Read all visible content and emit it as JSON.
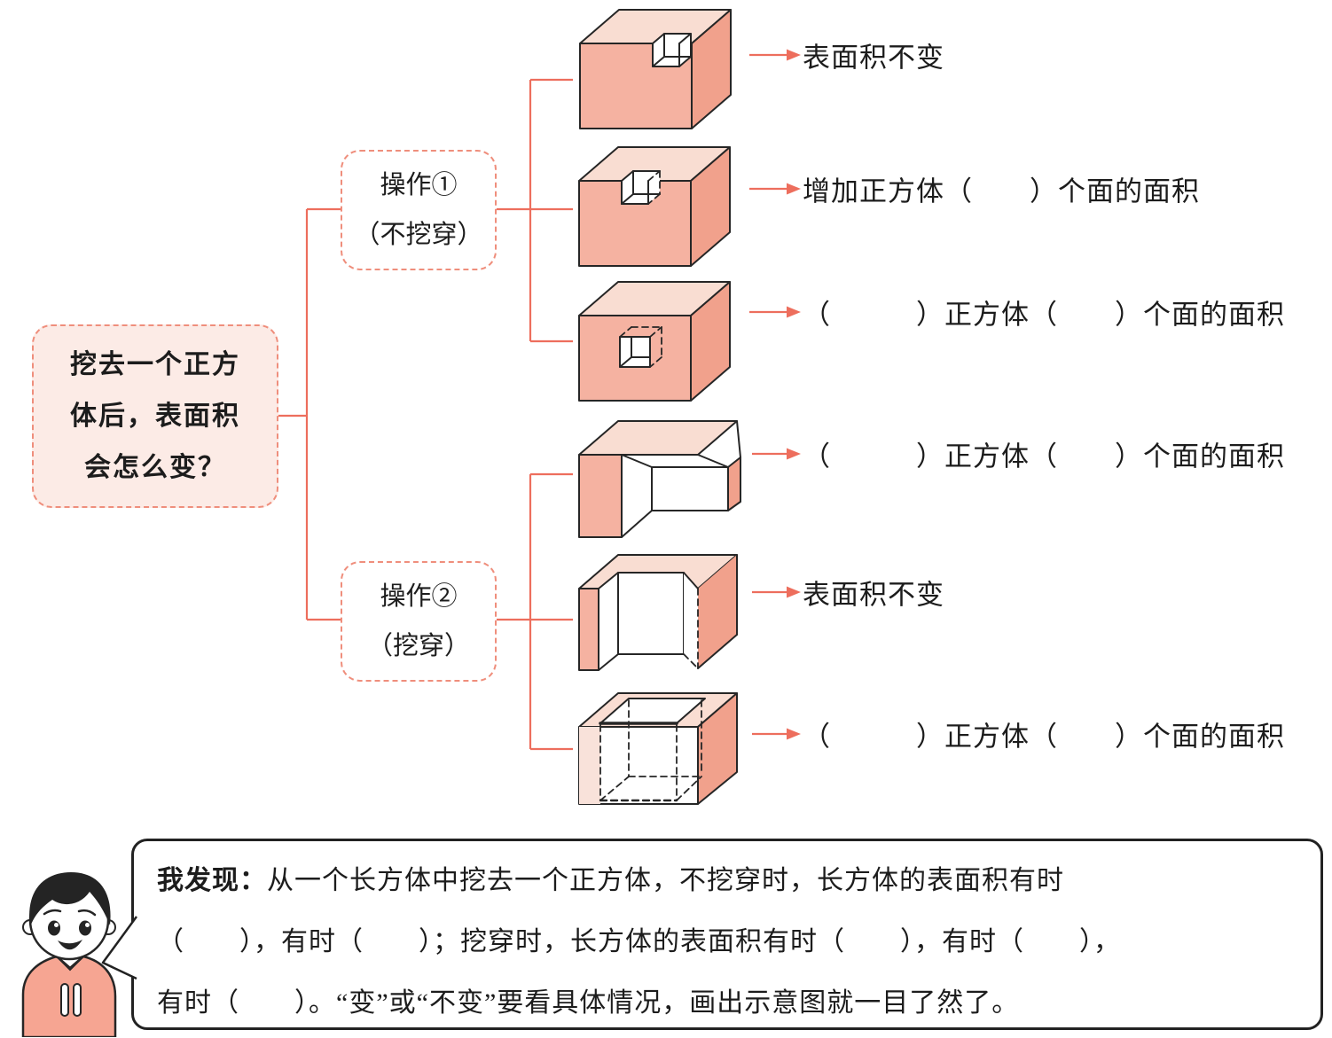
{
  "accent_color": "#ed6e5d",
  "figure_colors": {
    "front": "#f5b2a1",
    "top": "#f9ddd2",
    "side": "#f1a18c"
  },
  "question_box": {
    "lines": [
      "挖去一个正方",
      "体后，表面积",
      "会怎么变？"
    ]
  },
  "operations": [
    {
      "title": "操作①",
      "subtitle": "（不挖穿）"
    },
    {
      "title": "操作②",
      "subtitle": "（挖穿）"
    }
  ],
  "results": [
    {
      "text": "表面积不变"
    },
    {
      "text": "增加正方体（　　）个面的面积"
    },
    {
      "text": "（　　　）正方体（　　）个面的面积"
    },
    {
      "text": "（　　　）正方体（　　）个面的面积"
    },
    {
      "text": "表面积不变"
    },
    {
      "text": "（　　　）正方体（　　）个面的面积"
    }
  ],
  "discovery": {
    "prefix": "我发现：",
    "line1": "从一个长方体中挖去一个正方体，不挖穿时，长方体的表面积有时",
    "line2": "（　　），有时（　　）；挖穿时，长方体的表面积有时（　　），有时（　　），",
    "line3": "有时（　　）。“变”或“不变”要看具体情况，画出示意图就一目了然了。"
  }
}
